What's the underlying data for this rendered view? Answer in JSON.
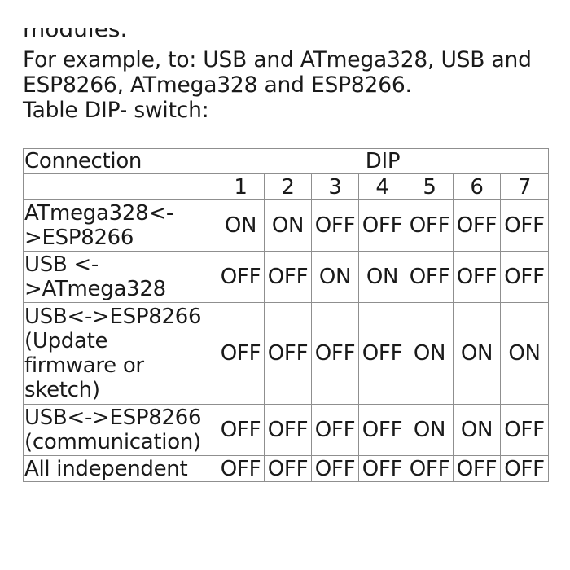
{
  "cutoff_text": "modules.",
  "intro_lines": [
    "For example, to: USB and ATmega328, USB and",
    "ESP8266, ATmega328 and ESP8266.",
    "Table DIP- switch:"
  ],
  "table": {
    "header_connection": "Connection",
    "header_dip": "DIP",
    "dip_numbers": [
      "1",
      "2",
      "3",
      "4",
      "5",
      "6",
      "7"
    ],
    "rows": [
      {
        "connection": "ATmega328<-\n>ESP8266",
        "values": [
          "ON",
          "ON",
          "OFF",
          "OFF",
          "OFF",
          "OFF",
          "OFF"
        ]
      },
      {
        "connection": "USB <-\n>ATmega328",
        "values": [
          "OFF",
          "OFF",
          "ON",
          "ON",
          "OFF",
          "OFF",
          "OFF"
        ]
      },
      {
        "connection": "USB<->ESP8266\n(Update\nfirmware or\nsketch)",
        "values": [
          "OFF",
          "OFF",
          "OFF",
          "OFF",
          "ON",
          "ON",
          "ON"
        ]
      },
      {
        "connection": "USB<->ESP8266\n(communication)",
        "values": [
          "OFF",
          "OFF",
          "OFF",
          "OFF",
          "ON",
          "ON",
          "OFF"
        ]
      },
      {
        "connection": "All independent",
        "values": [
          "OFF",
          "OFF",
          "OFF",
          "OFF",
          "OFF",
          "OFF",
          "OFF"
        ]
      }
    ]
  }
}
